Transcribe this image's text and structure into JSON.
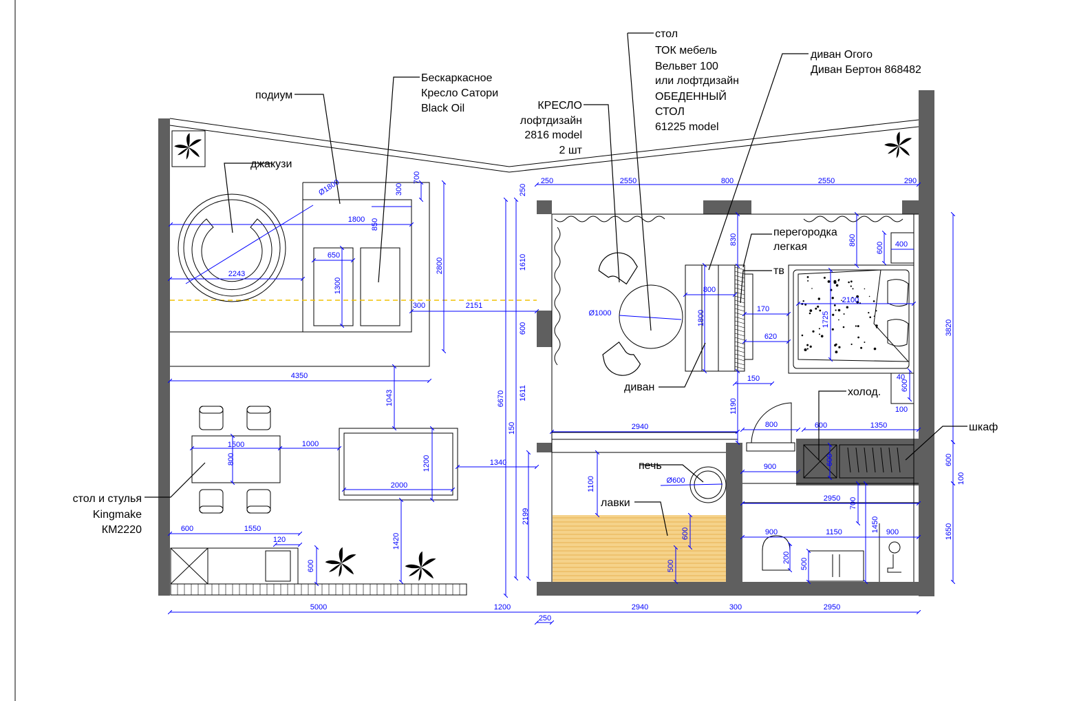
{
  "colors": {
    "wall": "#5f5f5f",
    "dimension": "#0000ff",
    "plant": "#16b816",
    "jacuzzi_axis": "#f2c200",
    "bench": "#f5d28a"
  },
  "labels": {
    "table_tok": [
      "стол",
      "ТОК мебель",
      "Вельвет 100",
      "или лофтдизайн",
      "ОБЕДЕННЫЙ",
      "СТОЛ",
      "61225 model"
    ],
    "sofa_ogogo": [
      "диван Огого",
      "Диван Бертон 868482"
    ],
    "beanbag": [
      "Бескаркасное",
      "Кресло Сатори",
      "Black Oil"
    ],
    "podium": "подиум",
    "armchair": [
      "КРЕСЛО",
      "лофтдизайн",
      "2816 model",
      "2 шт"
    ],
    "jacuzzi": "джакузи",
    "partition": [
      "перегородка",
      "легкая"
    ],
    "tv": "тв",
    "sofa": "диван",
    "fridge": "холод.",
    "wardrobe": "шкаф",
    "stove": "печь",
    "benches": "лавки",
    "dining": [
      "стол и стулья",
      "Kingmake",
      "КМ2220"
    ]
  },
  "dimensions": {
    "top_250": "250",
    "top_2550": "2550",
    "top_800": "800",
    "top_2550b": "2550",
    "top_290": "290",
    "d700": "700",
    "d300a": "300",
    "d1800": "1800",
    "d850": "850",
    "d2800": "2800",
    "d650": "650",
    "d1300": "1300",
    "d2243": "2243",
    "d300b": "300",
    "d2151": "2151",
    "d4350": "4350",
    "d1043": "1043",
    "d1500": "1500",
    "d1000": "1000",
    "d800a": "800",
    "d1200a": "1200",
    "d2000": "2000",
    "d1340": "1340",
    "d6670": "6670",
    "d150a": "150",
    "d1420": "1420",
    "d600a": "600",
    "d1550": "1550",
    "d120": "120",
    "d600b": "600",
    "d250v": "250",
    "d1610": "1610",
    "d600c": "600",
    "d1611": "1611",
    "d2199": "2199",
    "d800b": "800",
    "d1800v": "1800",
    "d830": "830",
    "d170": "170",
    "d620": "620",
    "d150b": "150",
    "d1190": "1190",
    "d2940a": "2940",
    "d800c": "800",
    "d860": "860",
    "d600d": "600",
    "d400": "400",
    "d2100": "2100",
    "d1725": "1725",
    "d40": "40",
    "d600e": "600",
    "d100a": "100",
    "d3820": "3820",
    "d600f": "600",
    "d1350": "1350",
    "d600g": "600",
    "d900a": "900",
    "d100b": "100",
    "d1100": "1100",
    "d600h": "600",
    "d500a": "500",
    "d2950a": "2950",
    "d700b": "700",
    "d900b": "900",
    "d1150": "1150",
    "d1450": "1450",
    "d900c": "900",
    "d200": "200",
    "d500b": "500",
    "d1650": "1650",
    "b5000": "5000",
    "b1200": "1200",
    "b2940": "2940",
    "b300": "300",
    "b2950": "2950",
    "b250": "250"
  },
  "diameters": {
    "jacuzzi": "Ø1800",
    "table": "Ø1000",
    "stove": "Ø600"
  }
}
